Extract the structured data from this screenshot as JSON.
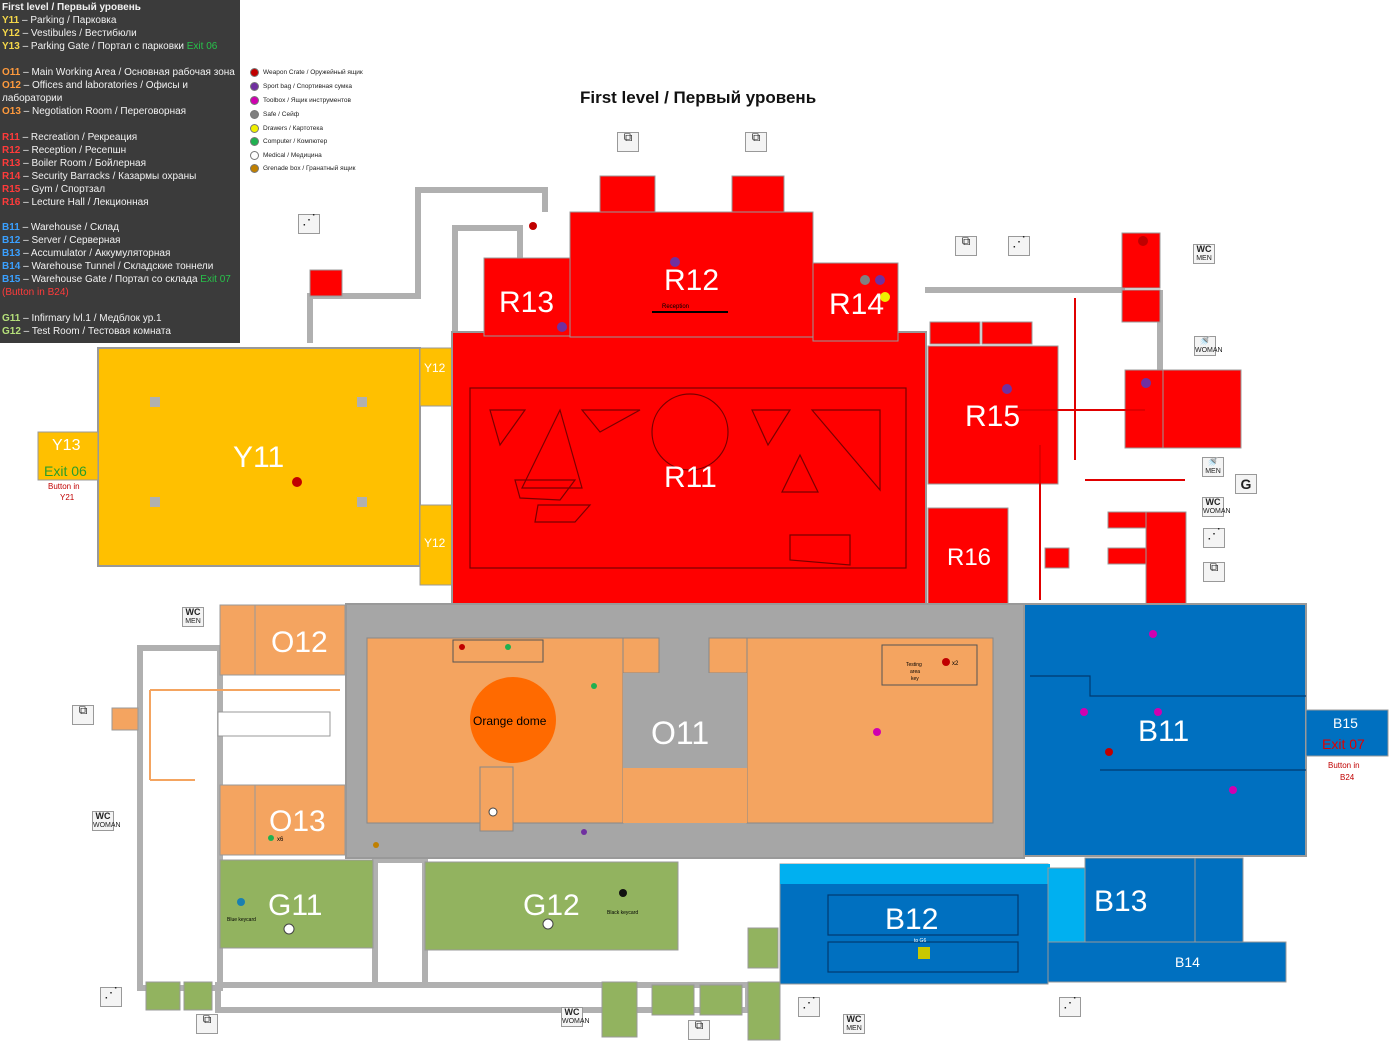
{
  "legend": {
    "title": "First level / Первый уровень",
    "items": [
      {
        "code": "Y11",
        "text": " – Parking / Парковка"
      },
      {
        "code": "Y12",
        "text": " – Vestibules / Вестибюли"
      },
      {
        "code": "Y13",
        "text": " – Parking Gate / Портал с парковки ",
        "extra": "Exit 06"
      },
      {
        "code": "O11",
        "text": " – Main Working Area / Основная рабочая зона"
      },
      {
        "code": "O12",
        "text": " – Offices and laboratories / Офисы и"
      },
      {
        "code": "",
        "text": "лаборатории"
      },
      {
        "code": "O13",
        "text": " – Negotiation Room / Переговорная"
      },
      {
        "code": "R11",
        "text": " – Recreation / Рекреация"
      },
      {
        "code": "R12",
        "text": " – Reception / Ресепшн"
      },
      {
        "code": "R13",
        "text": " – Boiler Room / Бойлерная"
      },
      {
        "code": "R14",
        "text": " – Security Barracks / Казармы охраны"
      },
      {
        "code": "R15",
        "text": " – Gym / Спортзал"
      },
      {
        "code": "R16",
        "text": " – Lecture Hall / Лекционная"
      },
      {
        "code": "B11",
        "text": " – Warehouse / Склад"
      },
      {
        "code": "B12",
        "text": " – Server / Серверная"
      },
      {
        "code": "B13",
        "text": " – Accumulator / Аккумуляторная"
      },
      {
        "code": "B14",
        "text": " – Warehouse Tunnel / Складские тоннели"
      },
      {
        "code": "B15",
        "text": " – Warehouse Gate / Портал со склада ",
        "extra": "Exit 07"
      },
      {
        "code": "",
        "text": "(Button in B24)"
      },
      {
        "code": "G11",
        "text": " – Infirmary lvl.1 / Медблок ур.1"
      },
      {
        "code": "G12",
        "text": " – Test Room / Тестовая комната"
      }
    ]
  },
  "map_title": "First level / Первый уровень",
  "keys": [
    {
      "label": "Weapon Crate / Оружейный ящик",
      "color": "#c00000"
    },
    {
      "label": "Sport bag / Спортивная сумка",
      "color": "#7030a0"
    },
    {
      "label": "Toolbox / Ящик инструментов",
      "color": "#d000b0"
    },
    {
      "label": "Safe / Сейф",
      "color": "#808080"
    },
    {
      "label": "Drawers / Картотека",
      "color": "#f0f000"
    },
    {
      "label": "Computer / Компютер",
      "color": "#20b050"
    },
    {
      "label": "Medical / Медицина",
      "color": "#ffffff"
    },
    {
      "label": "Grenade box / Гранатный ящик",
      "color": "#c08000"
    }
  ],
  "rooms": {
    "Y11": "Y11",
    "Y12a": "Y12",
    "Y12b": "Y12",
    "Y13": "Y13",
    "Y13_exit": "Exit 06",
    "Y13_note1": "Button in",
    "Y13_note2": "Y21",
    "R11": "R11",
    "R12": "R12",
    "R13": "R13",
    "R14": "R14",
    "R15": "R15",
    "R16": "R16",
    "R12_note": "Reception",
    "O11": "O11",
    "O12": "O12",
    "O13": "O13",
    "dome": "Orange dome",
    "o13_count": "x6",
    "B11": "B11",
    "B12": "B12",
    "B13": "B13",
    "B14": "B14",
    "B15": "B15",
    "B15_exit": "Exit 07",
    "B15_note1": "Button in",
    "B15_note2": "B24",
    "b12_note": "to G6",
    "G11": "G11",
    "G12": "G12",
    "blue_key": "Blue keycard",
    "black_key": "Black keycard",
    "testing1": "Testing",
    "testing2": "area",
    "testing3": "key",
    "testing_count": "x2",
    "G": "G"
  },
  "icons": {
    "wc": "WC",
    "men": "MEN",
    "woman": "WOMAN"
  }
}
